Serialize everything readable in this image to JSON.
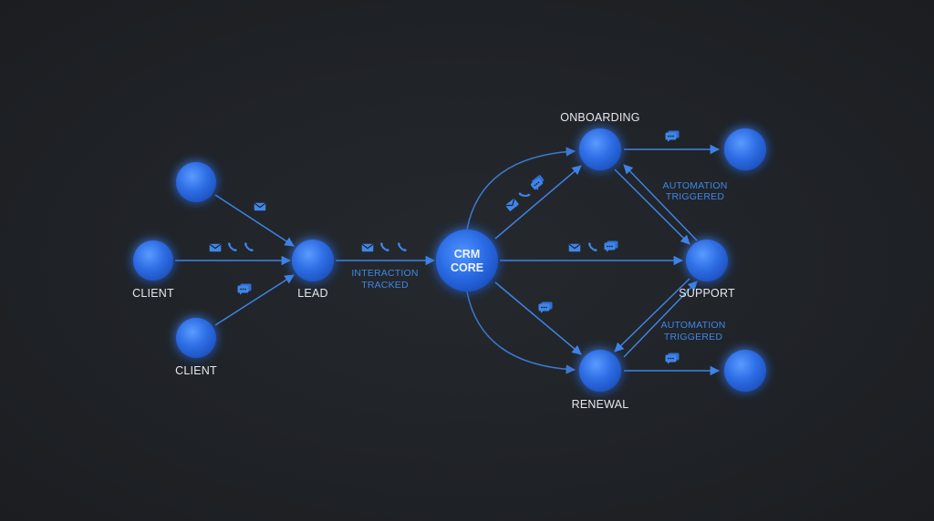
{
  "colors": {
    "background": "#1f2226",
    "node": "#3a7cf0",
    "edge": "#3f83e6",
    "label": "#e6e8ec",
    "edge_label": "#3f86ea"
  },
  "nodes": {
    "client_top": "",
    "client_left": "CLIENT",
    "client_bottom": "CLIENT",
    "lead": "LEAD",
    "crm_core_line1": "CRM",
    "crm_core_line2": "CORE",
    "onboarding": "ONBOARDING",
    "support": "SUPPORT",
    "renewal": "RENEWAL"
  },
  "edge_labels": {
    "lead_to_core_line1": "INTERACTION",
    "lead_to_core_line2": "TRACKED",
    "onboarding_support_line1": "AUTOMATION",
    "onboarding_support_line2": "TRIGGERED",
    "support_renewal_line1": "AUTOMATION",
    "support_renewal_line2": "TRIGGERED"
  },
  "icons": {
    "client_top_to_lead": [
      "mail-icon"
    ],
    "client_left_to_lead": [
      "mail-icon",
      "phone-icon",
      "phone-icon"
    ],
    "client_bottom_to_lead": [
      "chat-icon"
    ],
    "lead_to_core": [
      "mail-icon",
      "phone-icon",
      "phone-icon"
    ],
    "core_to_onboarding": [
      "mail-icon",
      "phone-icon",
      "chat-icon"
    ],
    "core_to_support": [
      "mail-icon",
      "phone-icon",
      "chat-icon"
    ],
    "core_to_renewal": [
      "chat-icon"
    ],
    "onboarding_to_end": [
      "chat-icon"
    ],
    "renewal_to_end": [
      "chat-icon"
    ]
  }
}
